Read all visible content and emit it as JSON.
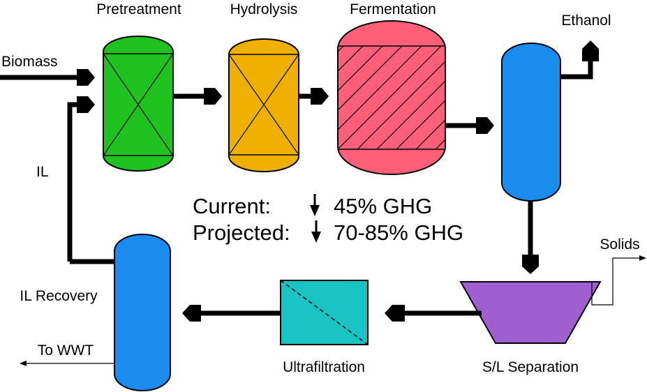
{
  "labels": {
    "pretreatment": "Pretreatment",
    "hydrolysis": "Hydrolysis",
    "fermentation": "Fermentation",
    "ethanol": "Ethanol",
    "biomass": "Biomass",
    "il": "IL",
    "il_recovery": "IL Recovery",
    "to_wwt": "To WWT",
    "ultrafiltration": "Ultrafiltration",
    "sl_separation": "S/L Separation",
    "solids": "Solids"
  },
  "ghg": {
    "current_label": "Current:",
    "current_value": "45% GHG",
    "projected_label": "Projected:",
    "projected_value": "70-85% GHG"
  },
  "colors": {
    "pretreatment": "#1fc21f",
    "hydrolysis": "#f0b000",
    "fermentation": "#ff5f78",
    "distillation": "#1a8cf0",
    "il_recovery": "#1a8cf0",
    "ultrafiltration": "#18c3c3",
    "sl_separation": "#a05fd0",
    "stroke": "#000000"
  }
}
